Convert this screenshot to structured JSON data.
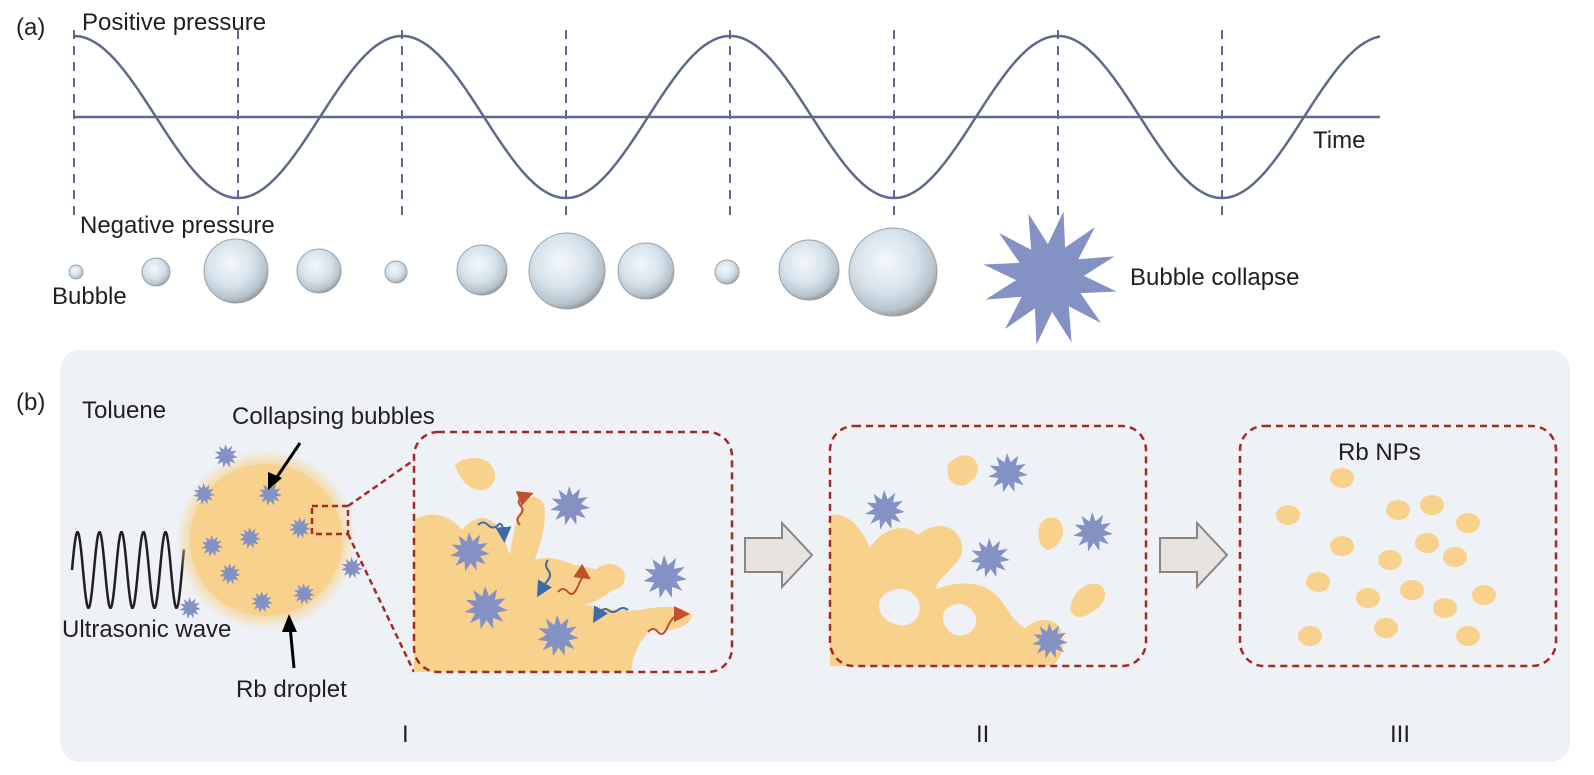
{
  "panel_a": {
    "tag": "(a)",
    "positive_label": "Positive pressure",
    "negative_label": "Negative pressure",
    "time_label": "Time",
    "bubble_label": "Bubble",
    "collapse_label": "Bubble collapse"
  },
  "panel_b": {
    "tag": "(b)",
    "solvent_label": "Toluene",
    "collapsing_label": "Collapsing bubbles",
    "wave_label": "Ultrasonic wave",
    "droplet_label": "Rb droplet",
    "nps_label": "Rb NPs",
    "stage_labels": [
      "I",
      "II",
      "III"
    ]
  },
  "colors": {
    "wave": "#5c6b8c",
    "bubble_burst": "#8391c4",
    "rubidium": "#f8d28c",
    "frame": "#a52a22",
    "panel_bg": "#eef1f6",
    "arrow_fill": "#e6e3e1"
  }
}
